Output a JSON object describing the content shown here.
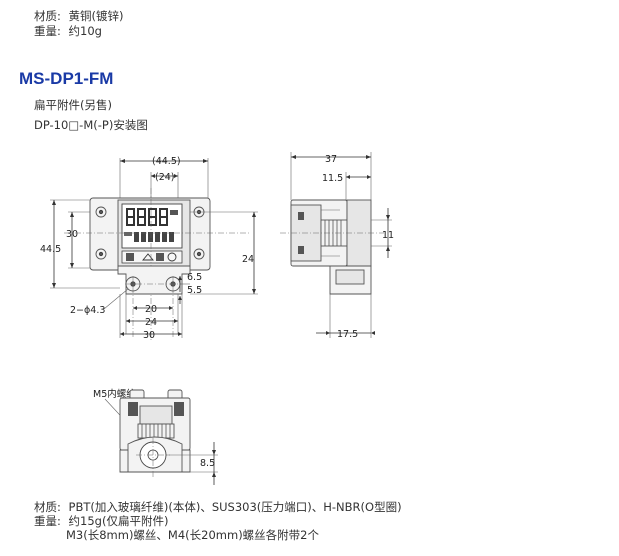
{
  "top_spec": {
    "material_label": "材质:",
    "material_value": "黄铜(镀锌)",
    "weight_label": "重量:",
    "weight_value": "约10g"
  },
  "product": {
    "model": "MS-DP1-FM",
    "subtitle": "扁平附件(另售)",
    "drawing_title": "DP-10□-M(-P)安装图"
  },
  "front_view": {
    "dim_width_top": "(44.5)",
    "dim_width_inner": "(24)",
    "dim_height_outer": "44.5",
    "dim_height_inner": "30",
    "dim_right_height": "24",
    "dim_small_1": "6.5",
    "dim_small_2": "5.5",
    "dim_hole_pitch": "20",
    "dim_bottom_inner": "24",
    "dim_bottom_outer": "30",
    "hole_label": "2−ϕ4.3"
  },
  "side_view": {
    "dim_depth": "37",
    "dim_offset": "11.5",
    "dim_height": "11",
    "dim_bottom": "17.5"
  },
  "bottom_view": {
    "thread_label": "M5内螺纹",
    "dim_height": "8.5"
  },
  "bottom_spec": {
    "material_label": "材质:",
    "material_value": "PBT(加入玻璃纤维)(本体)、SUS303(压力端口)、H-NBR(O型圈)",
    "weight_label": "重量:",
    "weight_value": "约15g(仅扁平附件)",
    "screw_note": "M3(长8mm)螺丝、M4(长20mm)螺丝各附带2个"
  }
}
